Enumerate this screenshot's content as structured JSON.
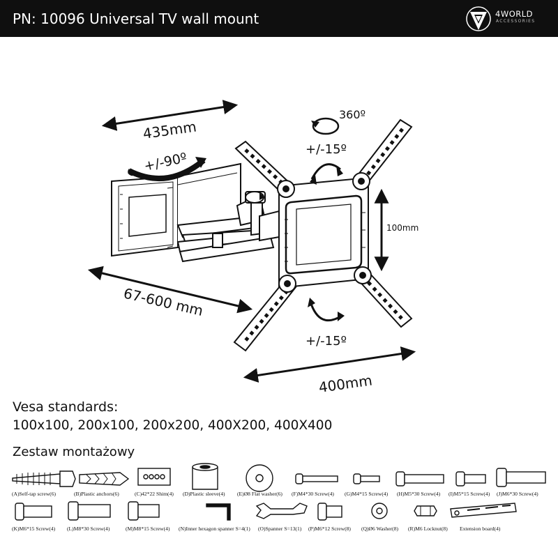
{
  "header": {
    "title": "PN: 10096 Universal TV wall mount",
    "brand": {
      "name": "4WORLD",
      "sub": "ACCESSORIES"
    }
  },
  "diagram": {
    "dimension_top": "435mm",
    "rotation_arm": "+/-90º",
    "rotation_full": "360º",
    "tilt_top": "+/-15º",
    "tilt_bottom": "+/-15º",
    "dimension_height": "100mm",
    "dimension_extension": "67-600 mm",
    "dimension_width": "400mm"
  },
  "vesa": {
    "title": "Vesa standards:",
    "list": "100x100, 200x100, 200x200, 400X200, 400X400"
  },
  "kit": {
    "title": "Zestaw montażowy",
    "parts": [
      {
        "label": "(A)Self-tap screw(6)"
      },
      {
        "label": "(B)Plastic anchors(6)"
      },
      {
        "label": "(C)42*22 Shim(4)"
      },
      {
        "label": "(D)Plastic sleeve(4)"
      },
      {
        "label": "(E)Ø8 Flat washer(6)"
      },
      {
        "label": "(F)M4*30 Screw(4)"
      },
      {
        "label": "(G)M4*15 Screw(4)"
      },
      {
        "label": "(H)M5*30 Screw(4)"
      },
      {
        "label": "(I)M5*15 Screw(4)"
      },
      {
        "label": "(J)M6*30 Screw(4)"
      },
      {
        "label": "(K)M6*15 Screw(4)"
      },
      {
        "label": "(L)M8*30 Screw(4)"
      },
      {
        "label": "(M)M8*15 Screw(4)"
      },
      {
        "label": "(N)Inner hexagon spanner S=4(1)"
      },
      {
        "label": "(O)Spanner S=13(1)"
      },
      {
        "label": "(P)M6*12 Screw(8)"
      },
      {
        "label": "(Q)Ø6 Washer(8)"
      },
      {
        "label": "(R)M6 Locknut(8)"
      },
      {
        "label": "Extension board(4)"
      }
    ]
  }
}
